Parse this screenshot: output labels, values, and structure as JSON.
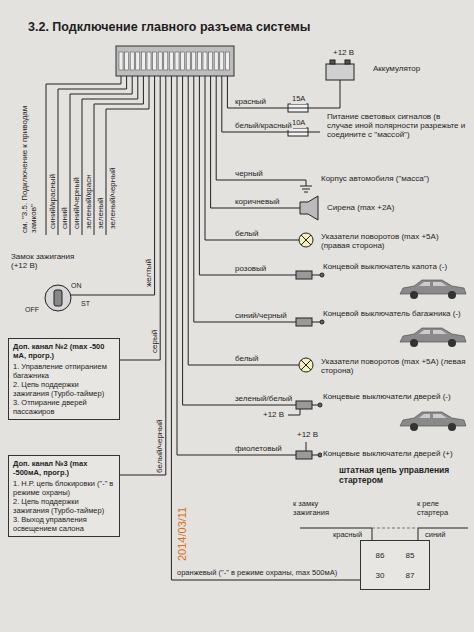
{
  "diagram": {
    "title": "3.2. Подключение главного разъема системы",
    "nodes": [
      {
        "text": [
          "Доп. канал №2 (max -500 мА, прогр.)",
          "1. Управление отпиранием багажника",
          "2. Цепь поддержки зажигания (Турбо-таймер)",
          "3. Отпирание дверей пассажиров"
        ]
      },
      {
        "text": [
          "Доп. канал №3 (max -500мА, прогр.)",
          "1. Н.Р. цепь блокировки (\"-\" в режиме охраны)",
          "2. Цепь поддержки зажигания (Турбо-таймер)",
          "3. Выход управления освещением салона"
        ]
      },
      {
        "text": [
          "86",
          "85",
          "30",
          "87"
        ]
      }
    ],
    "labels": [
      "+12 В",
      "Аккумулятор",
      "15А",
      "красный",
      "10А",
      "белый/красный",
      "Питание световых сигналов (в случае иной полярности разрежьте и соедините с \"массой\")",
      "черный",
      "Корпус автомобиля (\"масса\")",
      "коричневый",
      "Сирена (max +2A)",
      "белый",
      "Указатели поворотов (max +5A) (правая сторона)",
      "розовый",
      "Концевой выключатель капота (-)",
      "синий/черный",
      "Концевой выключатель багажника (-)",
      "белый",
      "Указатели поворотов (max +5A) (левая сторона)",
      "зеленый/белый",
      "+12 В",
      "Концевые выключатели дверей (-)",
      "фиолетовый",
      "+12 В",
      "Концевые выключатели дверей (+)",
      "штатная цепь управления стартером",
      "к замку зажигания",
      "к реле стартера",
      "красный",
      "синий",
      "оранжевый (\"-\" в режиме охраны, max 500мА)",
      "синий/красный",
      "синий",
      "синий/черный",
      "зеленый/красн",
      "зеленый",
      "зеленый/черный",
      "см. \"3.5. Подключение к приводам замков\"",
      "Замок зажигания (+12 В)",
      "желтый",
      "OFF",
      "ON",
      "ST",
      "серый",
      "белый/черный",
      "2014/03/11"
    ]
  }
}
